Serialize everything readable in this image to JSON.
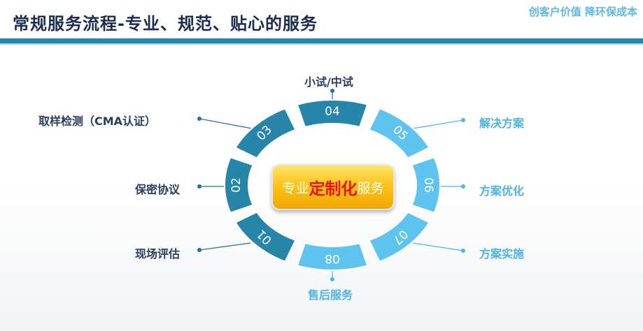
{
  "header": {
    "title": "常规服务流程-专业、规范、贴心的服务",
    "slogan": "创客户价值 降环保成本"
  },
  "center": {
    "prefix": "专业",
    "emphasis": "定制化",
    "suffix": "服务"
  },
  "steps": [
    {
      "number": "01",
      "label": "现场评估"
    },
    {
      "number": "02",
      "label": "保密协议"
    },
    {
      "number": "03",
      "label": "取样检测（CMA认证）"
    },
    {
      "number": "04",
      "label": "小试/中试"
    },
    {
      "number": "05",
      "label": "解决方案"
    },
    {
      "number": "06",
      "label": "方案优化"
    },
    {
      "number": "07",
      "label": "方案实施"
    },
    {
      "number": "08",
      "label": "售后服务"
    }
  ],
  "colors": {
    "dark_segment": "#2685a9",
    "light_segment": "#5ec3ee",
    "center_text_emphasis": "#e8141b"
  }
}
